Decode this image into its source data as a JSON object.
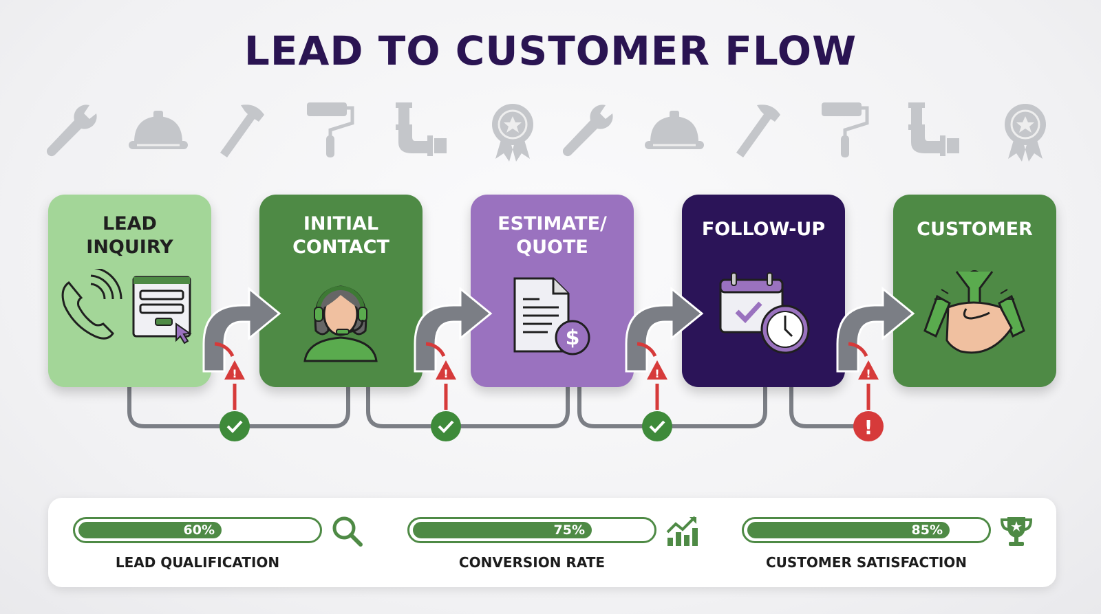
{
  "title": "LEAD TO CUSTOMER FLOW",
  "decorative_icons": [
    "wrench-icon",
    "hard-hat-icon",
    "hammer-icon",
    "paint-roller-icon",
    "pipe-icon",
    "award-ribbon-icon",
    "wrench-icon",
    "hard-hat-icon",
    "hammer-icon",
    "paint-roller-icon",
    "pipe-icon",
    "award-ribbon-icon"
  ],
  "stages": [
    {
      "label": "LEAD\nINQUIRY",
      "icon": "phone-and-web-form-icon",
      "color": "#a3d698",
      "text_color": "#1f1f1f"
    },
    {
      "label": "INITIAL\nCONTACT",
      "icon": "support-agent-headset-icon",
      "color": "#4e8a45",
      "text_color": "#ffffff"
    },
    {
      "label": "ESTIMATE/\nQUOTE",
      "icon": "quote-document-dollar-icon",
      "color": "#9a72bf",
      "text_color": "#ffffff"
    },
    {
      "label": "FOLLOW-UP",
      "icon": "calendar-clock-icon",
      "color": "#2b1458",
      "text_color": "#ffffff"
    },
    {
      "label": "CUSTOMER",
      "icon": "handshake-celebration-icon",
      "color": "#4e8a45",
      "text_color": "#ffffff"
    }
  ],
  "transitions": [
    {
      "from": "LEAD INQUIRY",
      "to": "INITIAL CONTACT",
      "warning": true,
      "status": "success"
    },
    {
      "from": "INITIAL CONTACT",
      "to": "ESTIMATE/QUOTE",
      "warning": true,
      "status": "success"
    },
    {
      "from": "ESTIMATE/QUOTE",
      "to": "FOLLOW-UP",
      "warning": true,
      "status": "success"
    },
    {
      "from": "FOLLOW-UP",
      "to": "CUSTOMER",
      "warning": true,
      "status": "alert"
    }
  ],
  "metrics": [
    {
      "label": "LEAD QUALIFICATION",
      "value": 60,
      "display": "60%",
      "icon": "magnifier-icon"
    },
    {
      "label": "CONVERSION RATE",
      "value": 75,
      "display": "75%",
      "icon": "growth-chart-icon"
    },
    {
      "label": "CUSTOMER SATISFACTION",
      "value": 85,
      "display": "85%",
      "icon": "trophy-icon"
    }
  ],
  "colors": {
    "title": "#2a1452",
    "green": "#4e8a45",
    "light_green": "#a3d698",
    "purple": "#9a72bf",
    "dark_purple": "#2b1458",
    "alert_red": "#d63a3a",
    "connector_gray": "#7b7e85",
    "icon_gray": "#c4c6ca"
  }
}
